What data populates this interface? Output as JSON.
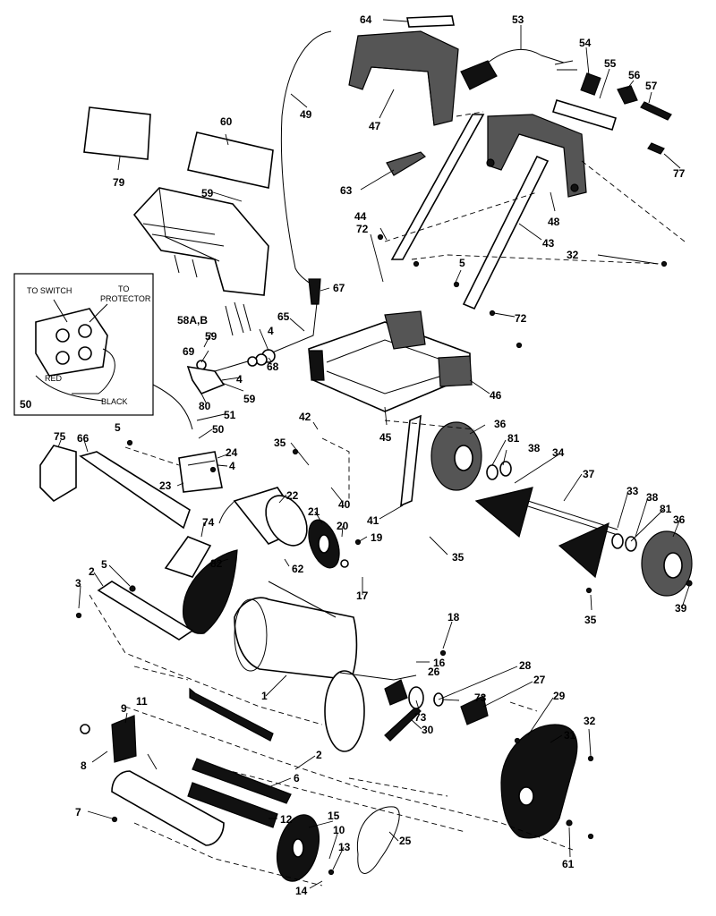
{
  "inset": {
    "to_switch": "TO SWITCH",
    "to_protector_1": "TO",
    "to_protector_2": "PROTECTOR",
    "red": "RED",
    "black": "BLACK",
    "number": "50"
  },
  "callouts": [
    {
      "id": "c64",
      "text": "64"
    },
    {
      "id": "c53",
      "text": "53"
    },
    {
      "id": "c54",
      "text": "54"
    },
    {
      "id": "c55",
      "text": "55"
    },
    {
      "id": "c56",
      "text": "56"
    },
    {
      "id": "c57",
      "text": "57"
    },
    {
      "id": "c77",
      "text": "77"
    },
    {
      "id": "c47",
      "text": "47"
    },
    {
      "id": "c49",
      "text": "49"
    },
    {
      "id": "c60",
      "text": "60"
    },
    {
      "id": "c79",
      "text": "79"
    },
    {
      "id": "c59a",
      "text": "59"
    },
    {
      "id": "c63",
      "text": "63"
    },
    {
      "id": "c48",
      "text": "48"
    },
    {
      "id": "c44",
      "text": "44"
    },
    {
      "id": "c72a",
      "text": "72"
    },
    {
      "id": "c43",
      "text": "43"
    },
    {
      "id": "c32a",
      "text": "32"
    },
    {
      "id": "c5a",
      "text": "5"
    },
    {
      "id": "c67",
      "text": "67"
    },
    {
      "id": "c72b",
      "text": "72"
    },
    {
      "id": "c58",
      "text": "58A,B"
    },
    {
      "id": "c65",
      "text": "65"
    },
    {
      "id": "c59b",
      "text": "59"
    },
    {
      "id": "c4a",
      "text": "4"
    },
    {
      "id": "c69",
      "text": "69"
    },
    {
      "id": "c68",
      "text": "68"
    },
    {
      "id": "c4b",
      "text": "4"
    },
    {
      "id": "c59c",
      "text": "59"
    },
    {
      "id": "c46",
      "text": "46"
    },
    {
      "id": "c80",
      "text": "80"
    },
    {
      "id": "c51",
      "text": "51"
    },
    {
      "id": "c42",
      "text": "42"
    },
    {
      "id": "c45",
      "text": "45"
    },
    {
      "id": "c50b",
      "text": "50"
    },
    {
      "id": "c36a",
      "text": "36"
    },
    {
      "id": "c75",
      "text": "75"
    },
    {
      "id": "c66",
      "text": "66"
    },
    {
      "id": "c5b",
      "text": "5"
    },
    {
      "id": "c24",
      "text": "24"
    },
    {
      "id": "c4c",
      "text": "4"
    },
    {
      "id": "c35a",
      "text": "35"
    },
    {
      "id": "c81a",
      "text": "81"
    },
    {
      "id": "c38a",
      "text": "38"
    },
    {
      "id": "c34",
      "text": "34"
    },
    {
      "id": "c23",
      "text": "23"
    },
    {
      "id": "c22",
      "text": "22"
    },
    {
      "id": "c40",
      "text": "40"
    },
    {
      "id": "c37",
      "text": "37"
    },
    {
      "id": "c33",
      "text": "33"
    },
    {
      "id": "c38b",
      "text": "38"
    },
    {
      "id": "c21",
      "text": "21"
    },
    {
      "id": "c20",
      "text": "20"
    },
    {
      "id": "c41",
      "text": "41"
    },
    {
      "id": "c81b",
      "text": "81"
    },
    {
      "id": "c74",
      "text": "74"
    },
    {
      "id": "c19",
      "text": "19"
    },
    {
      "id": "c35b",
      "text": "35"
    },
    {
      "id": "c36b",
      "text": "36"
    },
    {
      "id": "c5c",
      "text": "5"
    },
    {
      "id": "c82",
      "text": "82"
    },
    {
      "id": "c62",
      "text": "62"
    },
    {
      "id": "c3",
      "text": "3"
    },
    {
      "id": "c2a",
      "text": "2"
    },
    {
      "id": "c17",
      "text": "17"
    },
    {
      "id": "c35c",
      "text": "35"
    },
    {
      "id": "c39",
      "text": "39"
    },
    {
      "id": "c18",
      "text": "18"
    },
    {
      "id": "c16",
      "text": "16"
    },
    {
      "id": "c1",
      "text": "1"
    },
    {
      "id": "c26",
      "text": "26"
    },
    {
      "id": "c28",
      "text": "28"
    },
    {
      "id": "c27",
      "text": "27"
    },
    {
      "id": "c73a",
      "text": "73"
    },
    {
      "id": "c73b",
      "text": "73"
    },
    {
      "id": "c29",
      "text": "29"
    },
    {
      "id": "c9",
      "text": "9"
    },
    {
      "id": "c11",
      "text": "11"
    },
    {
      "id": "c30",
      "text": "30"
    },
    {
      "id": "c31",
      "text": "31"
    },
    {
      "id": "c32b",
      "text": "32"
    },
    {
      "id": "c8",
      "text": "8"
    },
    {
      "id": "c2b",
      "text": "2"
    },
    {
      "id": "c6",
      "text": "6"
    },
    {
      "id": "c7",
      "text": "7"
    },
    {
      "id": "c12",
      "text": "12"
    },
    {
      "id": "c15",
      "text": "15"
    },
    {
      "id": "c10",
      "text": "10"
    },
    {
      "id": "c25",
      "text": "25"
    },
    {
      "id": "c13",
      "text": "13"
    },
    {
      "id": "c61",
      "text": "61"
    },
    {
      "id": "c14",
      "text": "14"
    }
  ]
}
